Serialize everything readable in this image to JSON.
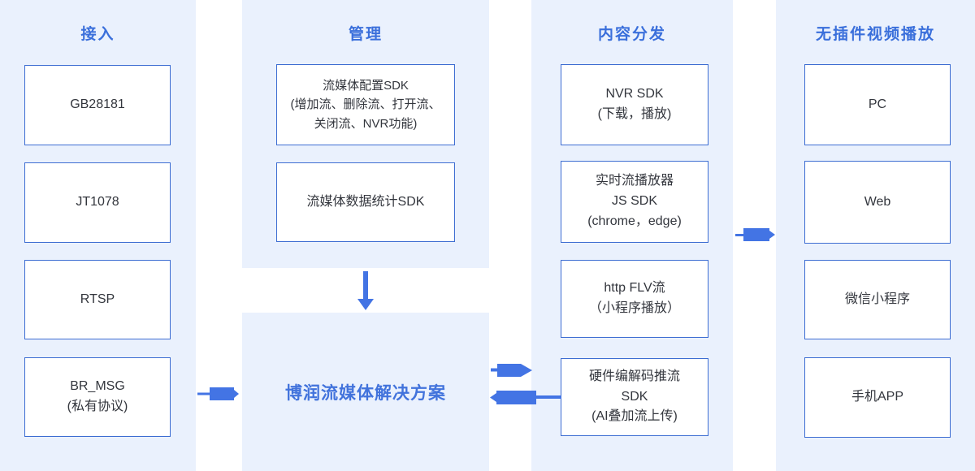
{
  "colors": {
    "panel_bg": "#EAF1FD",
    "box_bg": "#FFFFFF",
    "box_border": "#3D6DD2",
    "title_text": "#3A6FDB",
    "box_text": "#33363D",
    "solution_text": "#4273DC",
    "arrow": "#4374E4"
  },
  "columns": [
    {
      "title": "接入",
      "boxes": [
        [
          "GB28181"
        ],
        [
          "JT1078"
        ],
        [
          "RTSP"
        ],
        [
          "BR_MSG",
          "(私有协议)"
        ]
      ]
    },
    {
      "title": "管理",
      "boxes": [
        [
          "流媒体配置SDK",
          "(增加流、删除流、打开流、",
          "关闭流、NVR功能)"
        ],
        [
          "流媒体数据统计SDK"
        ]
      ],
      "solution": "博润流媒体解决方案"
    },
    {
      "title": "内容分发",
      "boxes": [
        [
          "NVR SDK",
          "(下载，播放)"
        ],
        [
          "实时流播放器",
          "JS SDK",
          "(chrome，edge)"
        ],
        [
          "http FLV流",
          "（小程序播放）"
        ],
        [
          "硬件编解码推流",
          "SDK",
          "(AI叠加流上传)"
        ]
      ]
    },
    {
      "title": "无插件视频播放",
      "boxes": [
        [
          "PC"
        ],
        [
          "Web"
        ],
        [
          "微信小程序"
        ],
        [
          "手机APP"
        ]
      ]
    }
  ],
  "arrows": [
    {
      "name": "access-to-solution",
      "direction": "right"
    },
    {
      "name": "manage-to-solution",
      "direction": "down"
    },
    {
      "name": "solution-to-distribute",
      "direction": "right"
    },
    {
      "name": "distribute-to-solution",
      "direction": "left"
    },
    {
      "name": "distribute-to-playback",
      "direction": "right"
    }
  ]
}
